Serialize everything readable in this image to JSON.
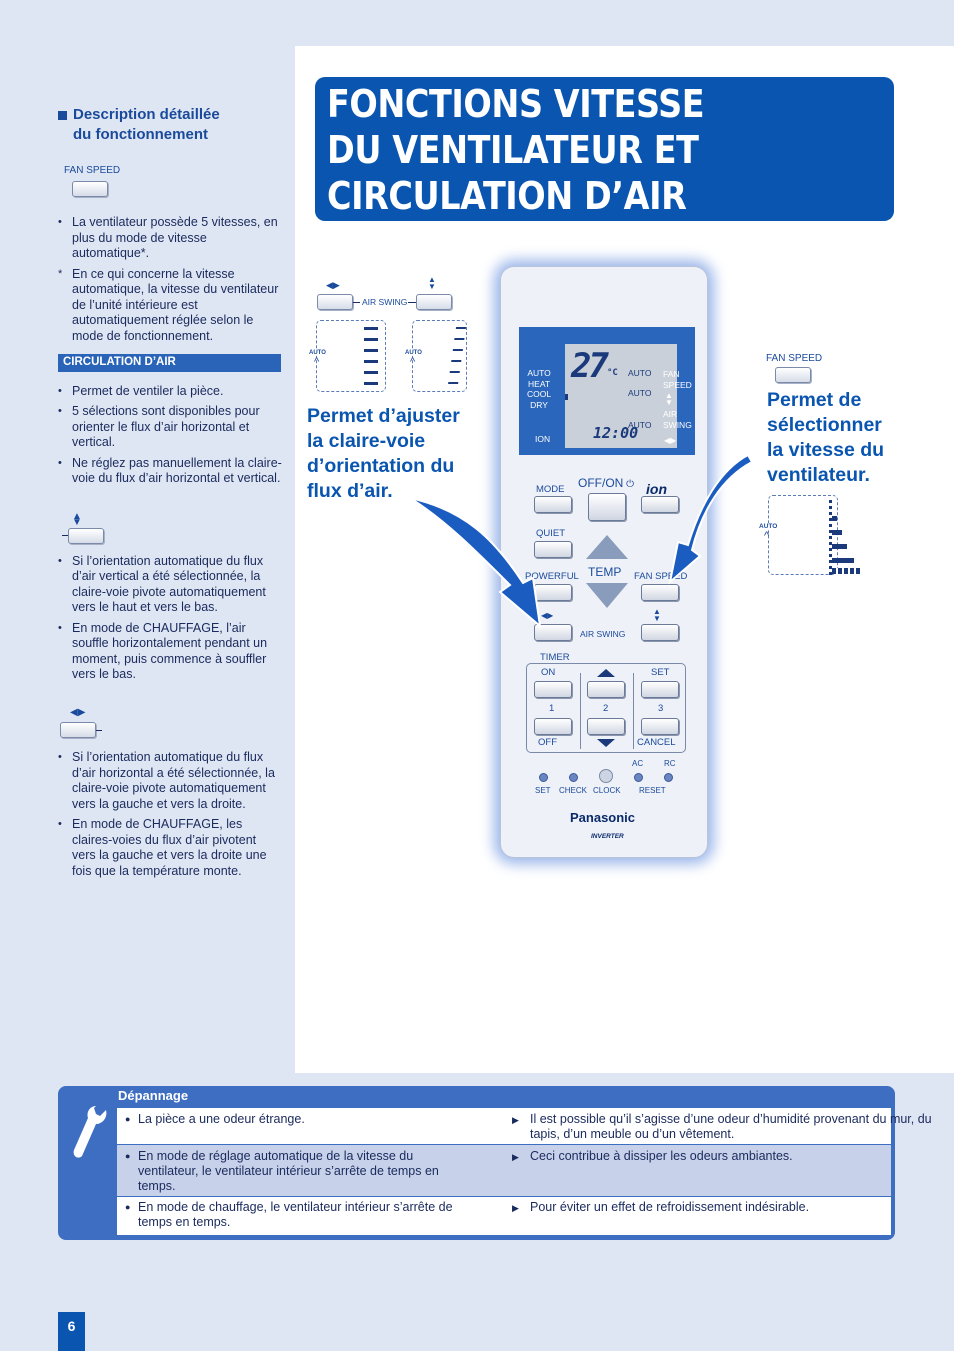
{
  "title": {
    "line1": "FONCTIONS VITESSE",
    "line2": "DU VENTILATEUR ET",
    "line3": "CIRCULATION D’AIR"
  },
  "left": {
    "section_title": "Description détaillée du fonctionnement",
    "section_title_l1": "Description détaillée",
    "section_title_l2": "du fonctionnement",
    "fan_speed_label": "FAN SPEED",
    "fan_bullets": [
      "La ventilateur possède 5 vitesses, en plus du mode de vitesse automatique*.",
      "En ce qui concerne la vitesse automatique, la vitesse du ventilateur de l’unité intérieure est automatiquement réglée selon le mode de fonctionnement."
    ],
    "circulation_band": "CIRCULATION D’AIR",
    "circ_bullets": [
      "Permet de ventiler la pièce.",
      "5 sélections sont disponibles pour orienter le flux d’air horizontal et vertical.",
      "Ne réglez pas manuellement la claire-voie du flux d’air horizontal et vertical."
    ],
    "vertical_bullets": [
      "Si l’orientation automatique du flux d’air vertical a été sélectionnée, la claire-voie pivote automatiquement vers le haut et vers le bas.",
      "En mode de CHAUFFAGE, l’air souffle horizontalement pendant un moment, puis commence à souffler vers le bas."
    ],
    "horizontal_bullets": [
      "Si l’orientation automatique du flux d’air horizontal a été sélectionnée, la claire-voie pivote automatiquement vers la gauche et vers la droite.",
      "En mode de CHAUFFAGE, les claires-voies du flux d’air pivotent vers la gauche et vers la droite une fois que la température monte."
    ]
  },
  "middle": {
    "air_swing": "AIR SWING",
    "auto": "AUTO",
    "caption": [
      "Permet d’ajuster",
      "la claire-voie",
      "d’orientation du",
      "flux d’air."
    ]
  },
  "right": {
    "fan_speed": "FAN SPEED",
    "auto": "AUTO",
    "caption": [
      "Permet de",
      "sélectionner",
      "la vitesse du",
      "ventilateur."
    ]
  },
  "remote": {
    "lcd_modes": [
      "AUTO",
      "HEAT",
      "COOL",
      "DRY"
    ],
    "ion": "ION",
    "temp": "27",
    "unit": "°C",
    "auto": "AUTO",
    "fan": "FAN",
    "speed": "SPEED",
    "air": "AIR",
    "swing": "SWING",
    "clock": "12:00",
    "mode": "MODE",
    "offon": "OFF/ON",
    "ion_btn": "ion",
    "quiet": "QUIET",
    "powerful": "POWERFUL",
    "temp_lbl": "TEMP",
    "fan_speed": "FAN SPEED",
    "air_swing": "AIR SWING",
    "timer": "TIMER",
    "on": "ON",
    "set": "SET",
    "n1": "1",
    "n2": "2",
    "n3": "3",
    "off": "OFF",
    "cancel": "CANCEL",
    "ac": "AC",
    "rc": "RC",
    "set2": "SET",
    "check": "CHECK",
    "clock_lbl": "CLOCK",
    "reset": "RESET",
    "brand": "Panasonic",
    "inverter": "INVERTER"
  },
  "trouble": {
    "heading": "Dépannage",
    "rows": [
      {
        "issue": "La pièce a une odeur étrange.",
        "cause": "Il est possible qu’il s’agisse d’une odeur d’humidité provenant du mur, du tapis, d’un meuble ou d’un vêtement."
      },
      {
        "issue": "En mode de réglage automatique de la vitesse du ventilateur, le ventilateur intérieur s’arrête de temps en temps.",
        "cause": "Ceci contribue à dissiper les odeurs ambiantes."
      },
      {
        "issue": "En mode de chauffage, le ventilateur intérieur s’arrête de temps en temps.",
        "cause": "Pour éviter un effet de refroidissement indésirable."
      }
    ]
  },
  "page_number": "6",
  "colors": {
    "brand_blue": "#0a55b0",
    "page_bg": "#dfe6f3",
    "band_blue": "#2a64b8"
  }
}
